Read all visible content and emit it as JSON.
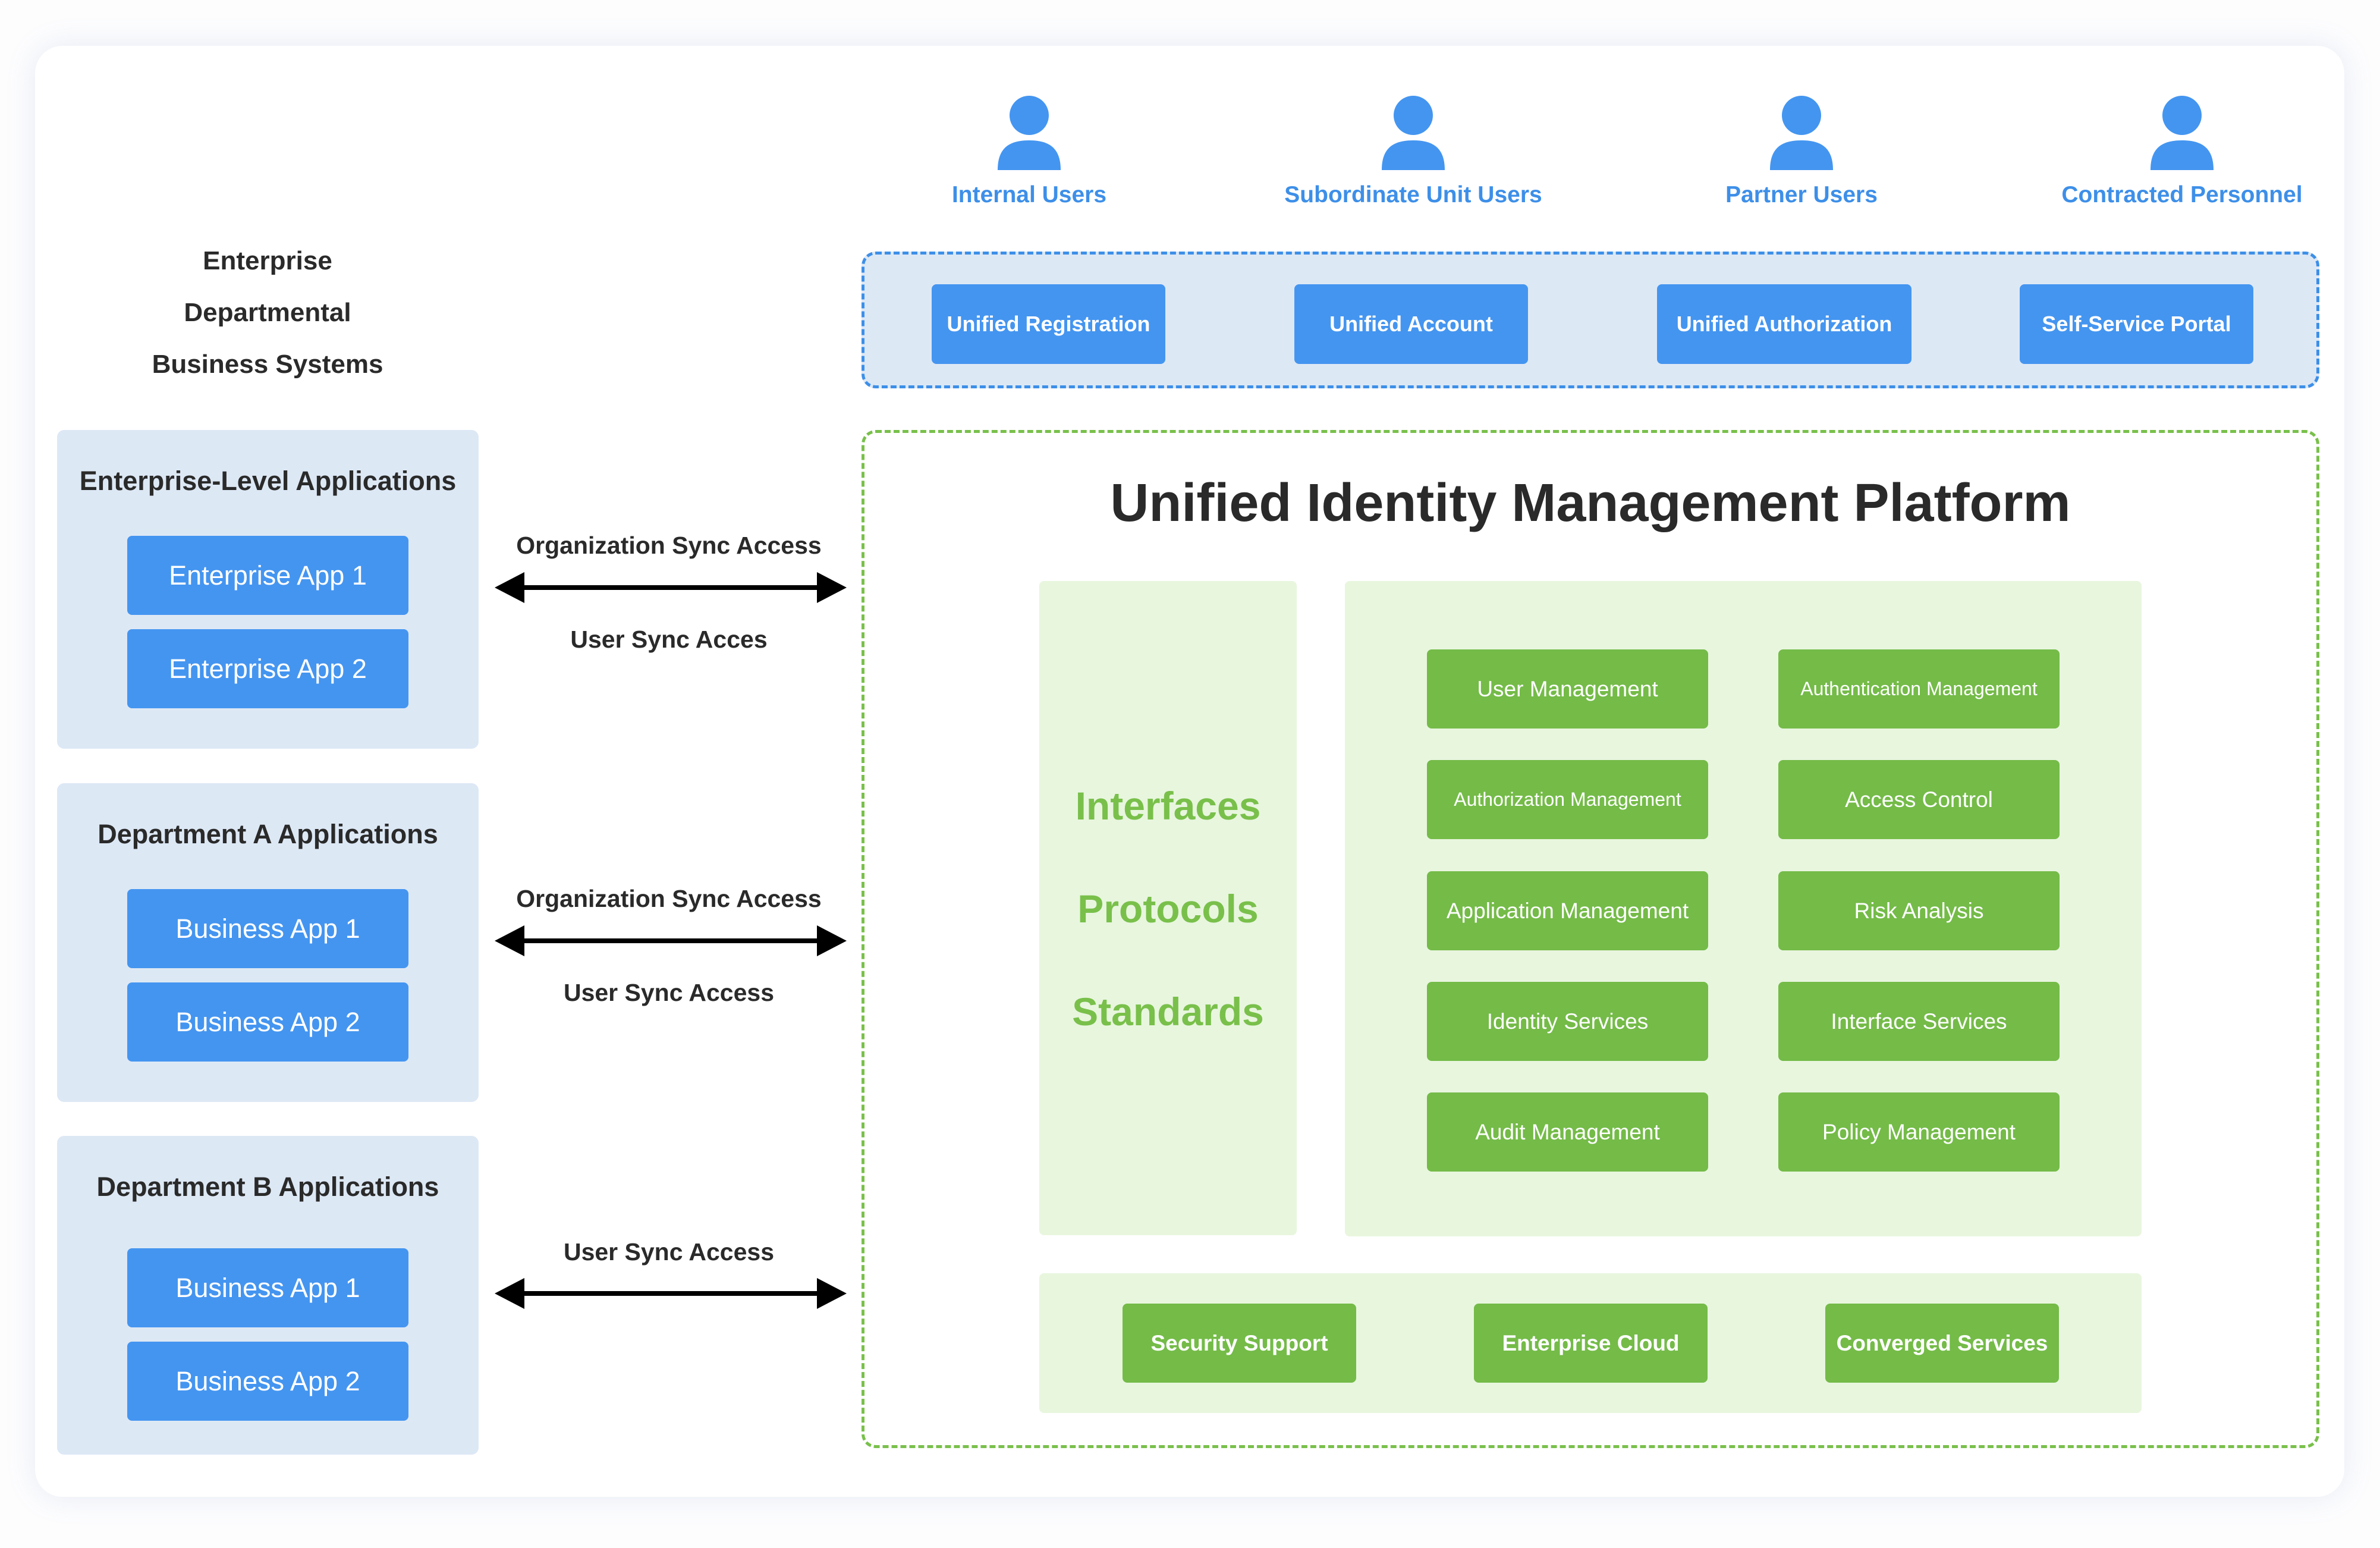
{
  "colors": {
    "blue_accent": "#4495f0",
    "blue_text": "#3d8fe8",
    "light_blue_bg": "#dde8f5",
    "green_accent": "#74bb48",
    "green_text": "#79c04b",
    "light_green_bg": "#e8f6de",
    "dark_text": "#2a2a2a"
  },
  "users": [
    {
      "label": "Internal Users",
      "icon": "user-icon"
    },
    {
      "label": "Subordinate Unit Users",
      "icon": "user-icon"
    },
    {
      "label": "Partner Users",
      "icon": "user-icon"
    },
    {
      "label": "Contracted Personnel",
      "icon": "user-icon"
    }
  ],
  "side_title": [
    "Enterprise",
    "Departmental",
    "Business Systems"
  ],
  "access_buttons": [
    "Unified Registration",
    "Unified Account",
    "Unified Authorization",
    "Self-Service Portal"
  ],
  "groups": [
    {
      "title": "Enterprise-Level Applications",
      "apps": [
        "Enterprise App 1",
        "Enterprise App 2"
      ]
    },
    {
      "title": "Department A Applications",
      "apps": [
        "Business App 1",
        "Business App 2"
      ]
    },
    {
      "title": "Department B Applications",
      "apps": [
        "Business App 1",
        "Business App 2"
      ]
    }
  ],
  "arrows": [
    {
      "top_label": "Organization Sync Access",
      "bottom_label": "User Sync Acces"
    },
    {
      "top_label": "Organization Sync Access",
      "bottom_label": "User Sync Access"
    },
    {
      "top_label": "User Sync Access",
      "bottom_label": ""
    }
  ],
  "platform": {
    "title": "Unified Identity Management Platform",
    "left_panel": [
      "Interfaces",
      "Protocols",
      "Standards"
    ],
    "services_left": [
      "User Management",
      "Authorization Management",
      "Application Management",
      "Identity Services",
      "Audit Management"
    ],
    "services_right": [
      "Authentication Management",
      "Access Control",
      "Risk Analysis",
      "Interface Services",
      "Policy Management"
    ],
    "bottom": [
      "Security Support",
      "Enterprise Cloud",
      "Converged Services"
    ]
  }
}
